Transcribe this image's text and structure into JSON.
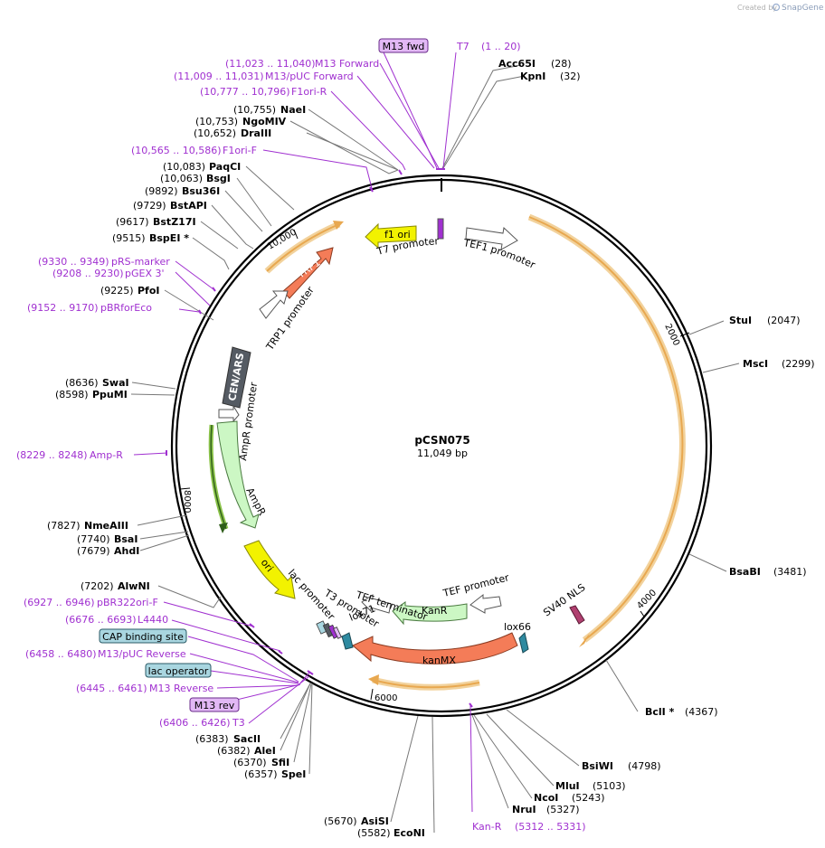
{
  "credit": {
    "prefix": "Created by",
    "brand": "SnapGene"
  },
  "plasmid": {
    "name": "pCSN075",
    "length": "11,049 bp"
  },
  "colors": {
    "purple": "#a030d0",
    "black": "#000000",
    "coral": "#f47c58",
    "yellow": "#f2f200",
    "green_light": "#ccf7c4",
    "dark_slate": "#555b63",
    "orange_ring": "#e8a850",
    "lox": "#2e8aa0",
    "feature_box_purple": "#e2b8f5",
    "feature_box_blue": "#a9d6e0"
  },
  "ticks": [
    {
      "label": "2000"
    },
    {
      "label": "4000"
    },
    {
      "label": "6000"
    },
    {
      "label": "8000"
    },
    {
      "label": "10,000"
    }
  ],
  "sites": [
    {
      "name": "Acc65I",
      "pos": "(28)"
    },
    {
      "name": "KpnI",
      "pos": "(32)"
    },
    {
      "name": "StuI",
      "pos": "(2047)"
    },
    {
      "name": "MscI",
      "pos": "(2299)"
    },
    {
      "name": "BsaBI",
      "pos": "(3481)"
    },
    {
      "name": "BclI *",
      "pos": "(4367)"
    },
    {
      "name": "BsiWI",
      "pos": "(4798)"
    },
    {
      "name": "MluI",
      "pos": "(5103)"
    },
    {
      "name": "NcoI",
      "pos": "(5243)"
    },
    {
      "name": "NruI",
      "pos": "(5327)"
    },
    {
      "name": "EcoNI",
      "pos": "(5582)"
    },
    {
      "name": "AsiSI",
      "pos": "(5670)"
    },
    {
      "name": "SpeI",
      "pos": "(6357)"
    },
    {
      "name": "SfiI",
      "pos": "(6370)"
    },
    {
      "name": "AleI",
      "pos": "(6382)"
    },
    {
      "name": "SacII",
      "pos": "(6383)"
    },
    {
      "name": "AlwNI",
      "pos": "(7202)"
    },
    {
      "name": "AhdI",
      "pos": "(7679)"
    },
    {
      "name": "BsaI",
      "pos": "(7740)"
    },
    {
      "name": "NmeAIII",
      "pos": "(7827)"
    },
    {
      "name": "PpuMI",
      "pos": "(8598)"
    },
    {
      "name": "SwaI",
      "pos": "(8636)"
    },
    {
      "name": "PfoI",
      "pos": "(9225)"
    },
    {
      "name": "BspEI *",
      "pos": "(9515)"
    },
    {
      "name": "BstZ17I",
      "pos": "(9617)"
    },
    {
      "name": "BstAPI",
      "pos": "(9729)"
    },
    {
      "name": "Bsu36I",
      "pos": "(9892)"
    },
    {
      "name": "BsgI",
      "pos": "(10,063)"
    },
    {
      "name": "PaqCI",
      "pos": "(10,083)"
    },
    {
      "name": "DraIII",
      "pos": "(10,652)"
    },
    {
      "name": "NgoMIV",
      "pos": "(10,753)"
    },
    {
      "name": "NaeI",
      "pos": "(10,755)"
    }
  ],
  "primers": [
    {
      "range": "(1 .. 20)",
      "name": "T7"
    },
    {
      "range": "(11,023 .. 11,040)",
      "name": "M13 Forward"
    },
    {
      "range": "(11,009 .. 11,031)",
      "name": "M13/pUC Forward"
    },
    {
      "range": "(10,777 .. 10,796)",
      "name": "F1ori-R"
    },
    {
      "range": "(10,565 .. 10,586)",
      "name": "F1ori-F"
    },
    {
      "range": "(9330 .. 9349)",
      "name": "pRS-marker"
    },
    {
      "range": "(9208 .. 9230)",
      "name": "pGEX 3'"
    },
    {
      "range": "(9152 .. 9170)",
      "name": "pBRforEco"
    },
    {
      "range": "(8229 .. 8248)",
      "name": "Amp-R"
    },
    {
      "range": "(6927 .. 6946)",
      "name": "pBR322ori-F"
    },
    {
      "range": "(6676 .. 6693)",
      "name": "L4440"
    },
    {
      "range": "(6458 .. 6480)",
      "name": "M13/pUC Reverse"
    },
    {
      "range": "(6445 .. 6461)",
      "name": "M13 Reverse"
    },
    {
      "range": "(6406 .. 6426)",
      "name": "T3"
    },
    {
      "range": "(5312 .. 5331)",
      "name": "Kan-R"
    }
  ],
  "boxed_labels": [
    {
      "text": "M13 fwd"
    },
    {
      "text": "CAP binding site"
    },
    {
      "text": "lac operator"
    },
    {
      "text": "M13 rev"
    }
  ],
  "features": [
    {
      "name": "f1 ori"
    },
    {
      "name": "T7 promoter"
    },
    {
      "name": "TEF1 promoter"
    },
    {
      "name": "TRP1"
    },
    {
      "name": "TRP1 promoter"
    },
    {
      "name": "CEN/ARS"
    },
    {
      "name": "AmpR promoter"
    },
    {
      "name": "AmpR"
    },
    {
      "name": "ori"
    },
    {
      "name": "lac promoter"
    },
    {
      "name": "T3 promoter"
    },
    {
      "name": "lox71"
    },
    {
      "name": "TEF terminator"
    },
    {
      "name": "TEF promoter"
    },
    {
      "name": "KanR"
    },
    {
      "name": "lox66"
    },
    {
      "name": "SV40 NLS"
    },
    {
      "name": "kanMX"
    }
  ]
}
